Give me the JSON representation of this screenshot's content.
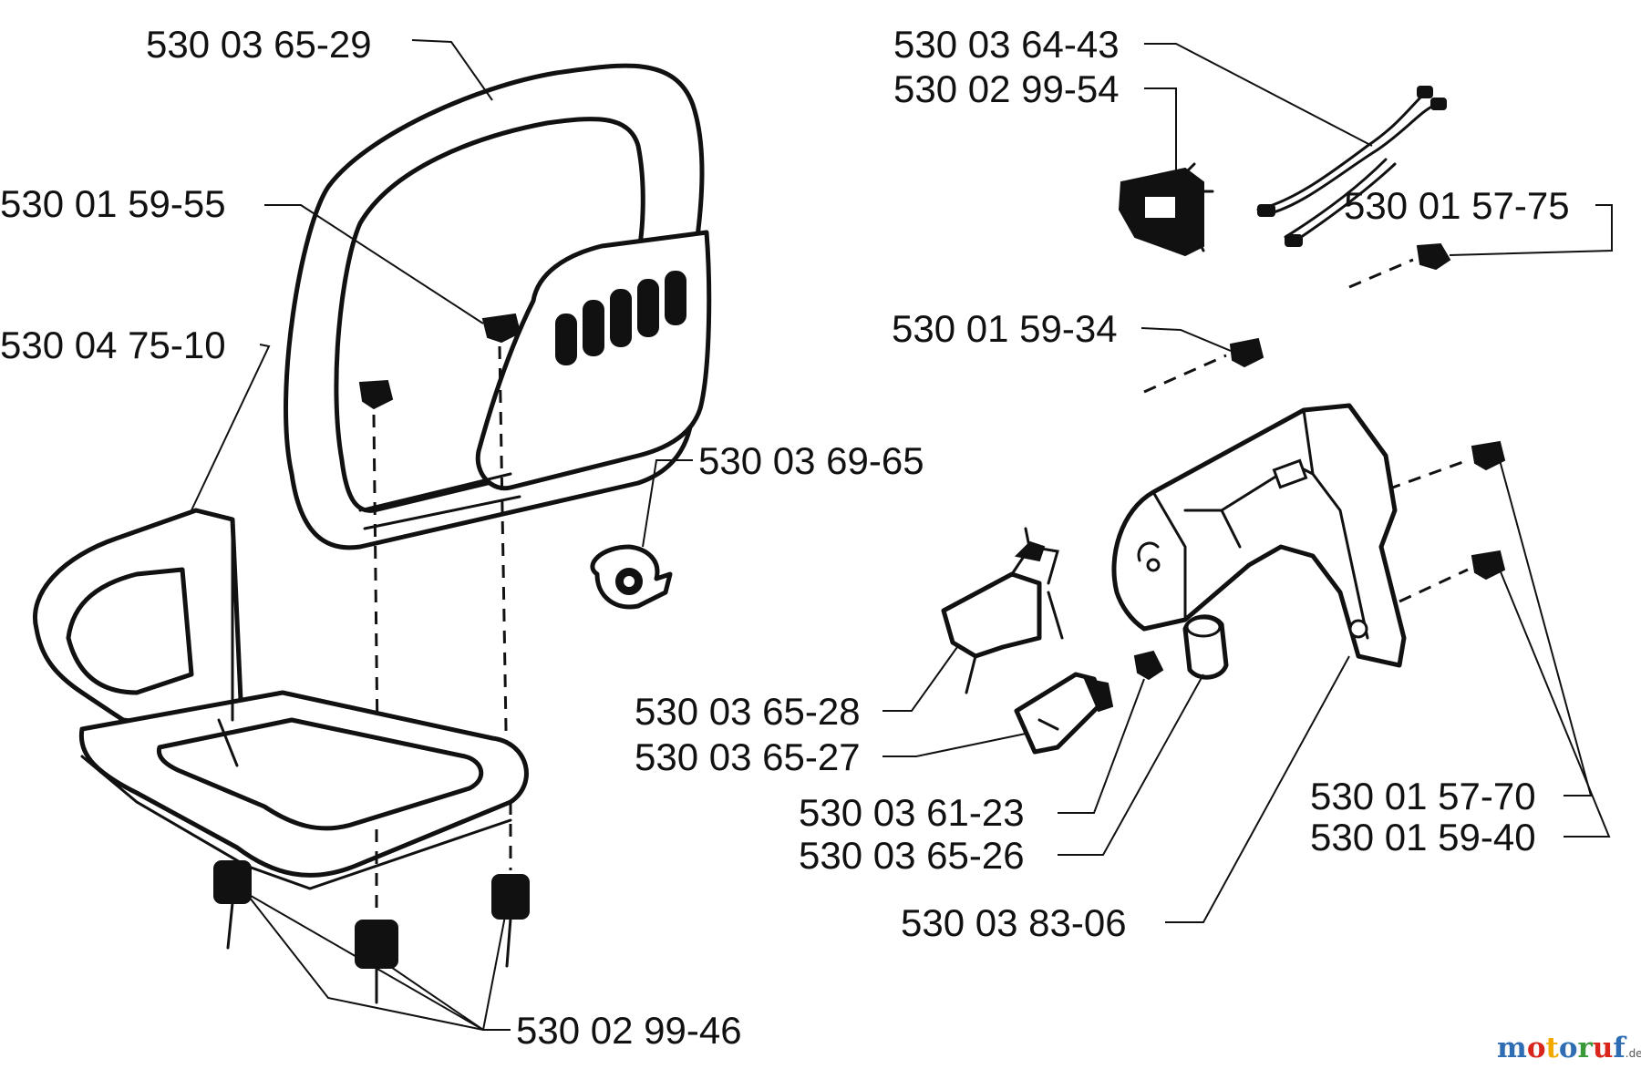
{
  "parts": [
    "530 03 65-29",
    "530 01 59-55",
    "530 04 75-10",
    "530 03 69-65",
    "530 02 99-46",
    "530 03 64-43",
    "530 02 99-54",
    "530 01 57-75",
    "530 01 59-34",
    "530 03 65-28",
    "530 03 65-27",
    "530 03 61-23",
    "530 03 65-26",
    "530 03 83-06",
    "530 01 57-70",
    "530 01 59-40"
  ],
  "watermark": {
    "letters": [
      "m",
      "o",
      "t",
      "o",
      "r",
      "u",
      "f"
    ],
    "suffix": ".de",
    "colors": [
      "#2e6db4",
      "#d9261c",
      "#f2a900",
      "#2e6db4",
      "#3a9a3a",
      "#d9261c",
      "#2e6db4"
    ]
  }
}
